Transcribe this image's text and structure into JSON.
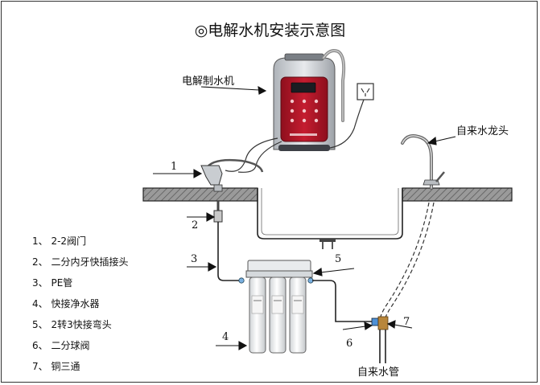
{
  "title": "◎电解水机安装示意图",
  "callouts": {
    "machine": "电解制水机",
    "faucet": "自来水龙头",
    "tap_pipe": "自来水管"
  },
  "numbers": [
    "1",
    "2",
    "3",
    "4",
    "5",
    "6",
    "7"
  ],
  "legend": [
    {
      "num": "1",
      "label": "2-2阀门"
    },
    {
      "num": "2",
      "label": "二分内牙快插接头"
    },
    {
      "num": "3",
      "label": "PE管"
    },
    {
      "num": "4",
      "label": "快接净水器"
    },
    {
      "num": "5",
      "label": "2转3快接弯头"
    },
    {
      "num": "6",
      "label": "二分球阀"
    },
    {
      "num": "7",
      "label": "铜三通"
    }
  ],
  "colors": {
    "machine_panel": "#b3182a",
    "machine_body": "#cfd3d8",
    "counter_fill": "#8a8a8a",
    "pipe": "#222222"
  }
}
